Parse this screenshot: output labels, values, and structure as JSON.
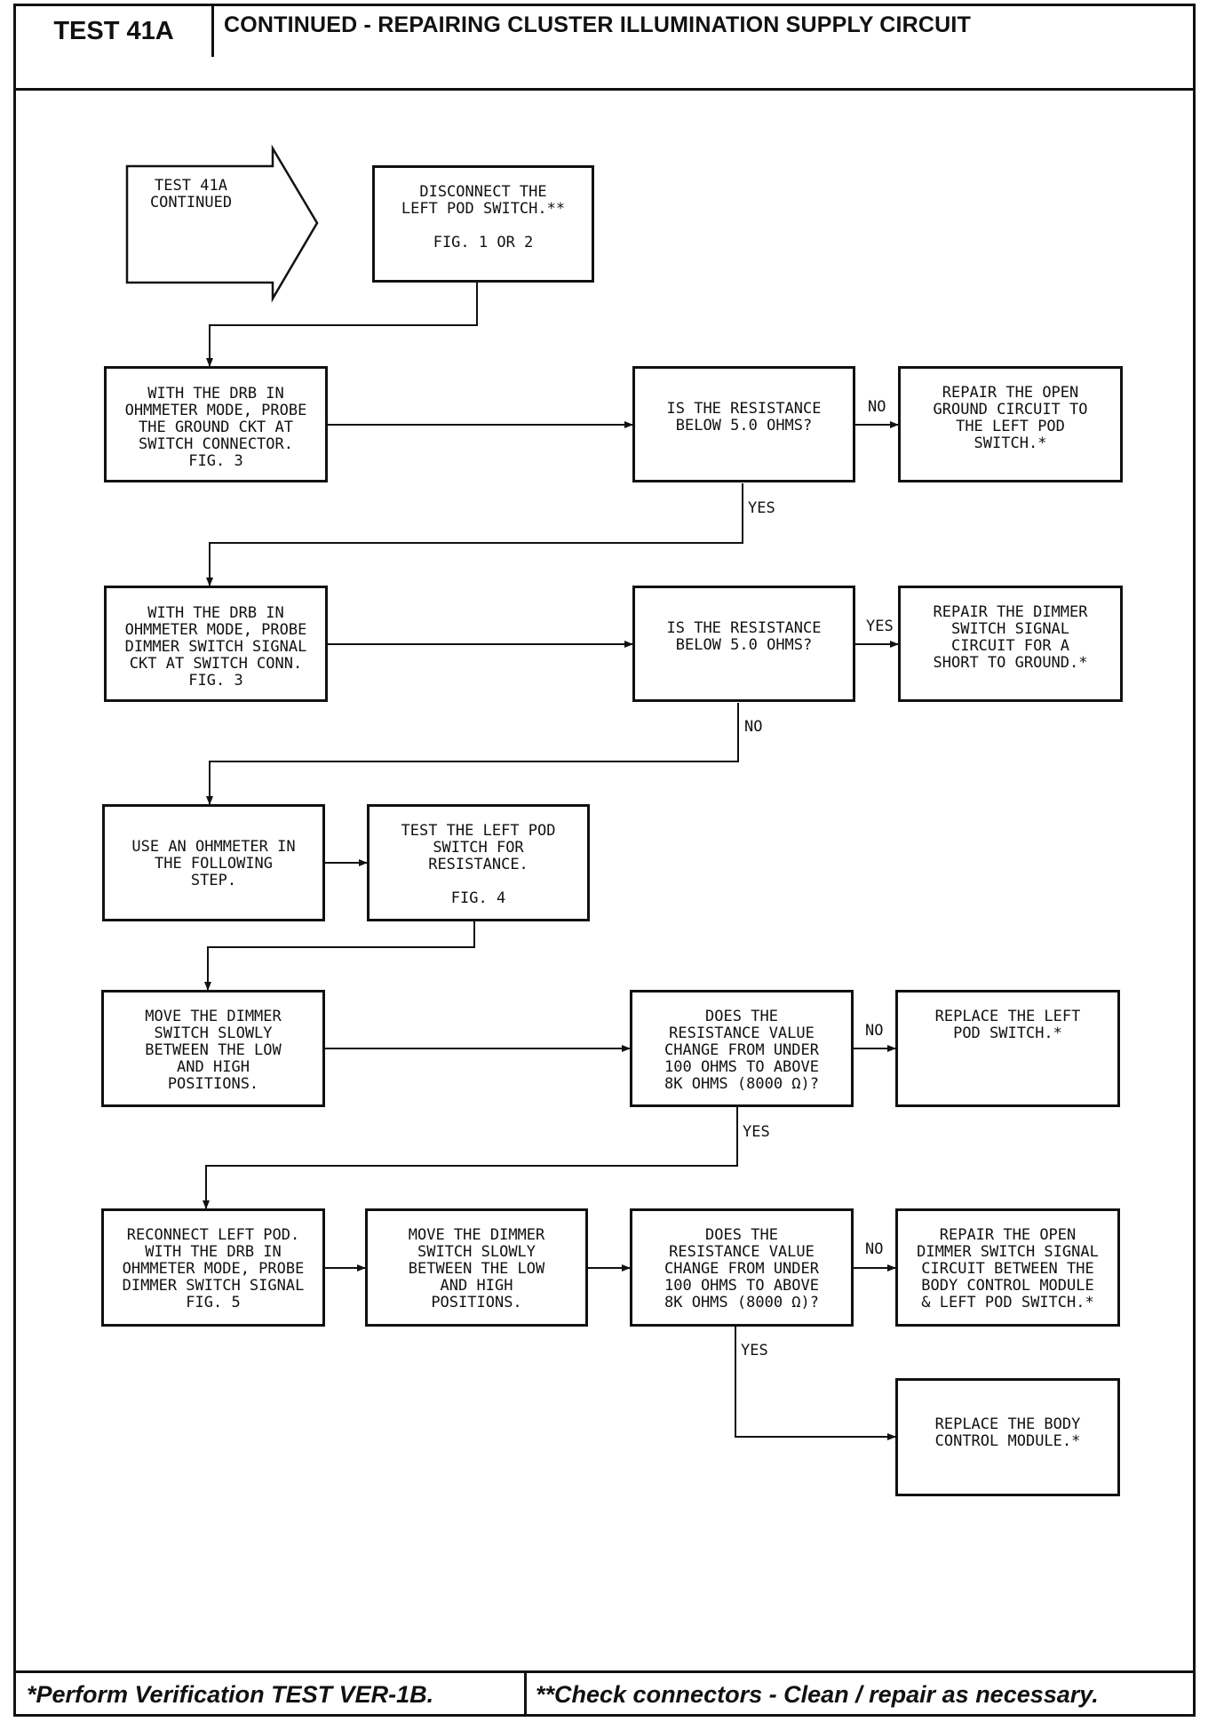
{
  "header": {
    "test_id": "TEST 41A",
    "title": "CONTINUED - REPAIRING CLUSTER ILLUMINATION SUPPLY CIRCUIT"
  },
  "diagram": {
    "start_arrow": "TEST 41A\nCONTINUED",
    "nodes": {
      "disconnect": "DISCONNECT THE\nLEFT POD SWITCH.**\n\nFIG. 1 OR 2",
      "probe_ground": "WITH THE DRB IN\nOHMMETER MODE, PROBE\nTHE GROUND CKT AT\nSWITCH CONNECTOR.\nFIG. 3",
      "q_resistance_1": "IS THE RESISTANCE\nBELOW 5.0 OHMS?",
      "repair_ground": "REPAIR THE OPEN\nGROUND CIRCUIT TO\nTHE LEFT POD\nSWITCH.*",
      "probe_dimmer": "WITH THE DRB IN\nOHMMETER MODE, PROBE\nDIMMER SWITCH SIGNAL\nCKT AT SWITCH CONN.\nFIG. 3",
      "q_resistance_2": "IS THE RESISTANCE\nBELOW 5.0 OHMS?",
      "repair_short": "REPAIR THE DIMMER\nSWITCH SIGNAL\nCIRCUIT FOR A\nSHORT TO GROUND.*",
      "use_ohmmeter": "USE AN OHMMETER IN\nTHE FOLLOWING\nSTEP.",
      "test_pod": "TEST THE LEFT POD\nSWITCH FOR\nRESISTANCE.\n\nFIG. 4",
      "move_dimmer_1": "MOVE THE DIMMER\nSWITCH SLOWLY\nBETWEEN THE LOW\nAND HIGH\nPOSITIONS.",
      "q_change_1": "DOES THE\nRESISTANCE VALUE\nCHANGE FROM UNDER\n100 OHMS TO ABOVE\n8K OHMS (8000 Ω)?",
      "replace_pod": "REPLACE THE LEFT\nPOD SWITCH.*",
      "reconnect": "RECONNECT LEFT POD.\nWITH THE DRB IN\nOHMMETER MODE, PROBE\nDIMMER SWITCH SIGNAL\nFIG. 5",
      "move_dimmer_2": "MOVE THE DIMMER\nSWITCH SLOWLY\nBETWEEN THE LOW\nAND HIGH\nPOSITIONS.",
      "q_change_2": "DOES THE\nRESISTANCE VALUE\nCHANGE FROM UNDER\n100 OHMS TO ABOVE\n8K OHMS (8000 Ω)?",
      "repair_open_dimmer": "REPAIR THE OPEN\nDIMMER SWITCH SIGNAL\nCIRCUIT BETWEEN THE\nBODY CONTROL MODULE\n& LEFT POD SWITCH.*",
      "replace_bcm": "REPLACE THE BODY\nCONTROL MODULE.*"
    },
    "labels": {
      "no": "NO",
      "yes": "YES"
    }
  },
  "footer": {
    "note_left": "*Perform Verification TEST VER-1B.",
    "note_right": "**Check connectors - Clean / repair as necessary."
  }
}
